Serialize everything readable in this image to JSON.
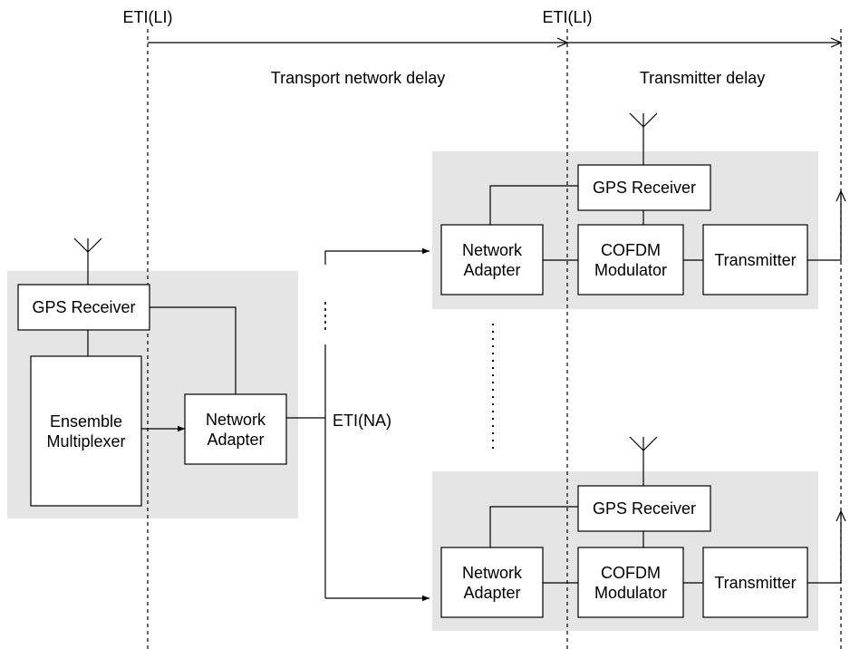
{
  "labels": {
    "eti_li_left": "ETI(LI)",
    "eti_li_right": "ETI(LI)",
    "transport_delay": "Transport network delay",
    "transmitter_delay": "Transmitter delay",
    "eti_na": "ETI(NA)"
  },
  "source_site": {
    "gps_receiver": "GPS Receiver",
    "multiplexer_line1": "Ensemble",
    "multiplexer_line2": "Multiplexer",
    "adapter_line1": "Network",
    "adapter_line2": "Adapter"
  },
  "transmitter_sites": [
    {
      "gps_receiver": "GPS Receiver",
      "adapter_line1": "Network",
      "adapter_line2": "Adapter",
      "modulator_line1": "COFDM",
      "modulator_line2": "Modulator",
      "transmitter": "Transmitter"
    },
    {
      "gps_receiver": "GPS Receiver",
      "adapter_line1": "Network",
      "adapter_line2": "Adapter",
      "modulator_line1": "COFDM",
      "modulator_line2": "Modulator",
      "transmitter": "Transmitter"
    }
  ],
  "colors": {
    "site_background": "#e5e5e5",
    "line": "#000000"
  }
}
